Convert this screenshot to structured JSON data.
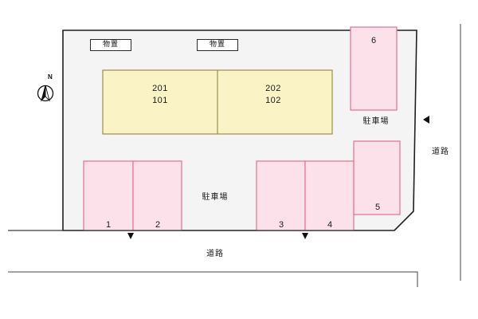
{
  "diagram": {
    "type": "site-plan",
    "title_visible": false,
    "colors": {
      "site_fill": "#f4f4f4",
      "site_stroke": "#1f1f1f",
      "building_fill": "#f9f3c6",
      "building_stroke": "#9b8f4a",
      "parking_fill": "#fce0ea",
      "parking_stroke": "#e4728f",
      "road_stroke": "#4a4a4a",
      "text": "#1a1a1a"
    }
  },
  "compass": {
    "name": "compass-rose",
    "north_label": "N"
  },
  "building": {
    "units": [
      {
        "id": "left",
        "upper": "201",
        "lower": "101"
      },
      {
        "id": "right",
        "upper": "202",
        "lower": "102"
      }
    ]
  },
  "storages": [
    {
      "label": "物置"
    },
    {
      "label": "物置"
    }
  ],
  "parking": {
    "label_lower": "駐車場",
    "label_right": "駐車場",
    "stalls": [
      {
        "number": "1"
      },
      {
        "number": "2"
      },
      {
        "number": "3"
      },
      {
        "number": "4"
      },
      {
        "number": "5"
      },
      {
        "number": "6"
      }
    ]
  },
  "roads": [
    {
      "id": "south",
      "label": "道路"
    },
    {
      "id": "east",
      "label": "道路"
    }
  ],
  "entrance_markers": [
    {
      "id": "south-west",
      "glyph": "▲"
    },
    {
      "id": "south-east",
      "glyph": "▲"
    },
    {
      "id": "east",
      "glyph": "◀"
    }
  ]
}
